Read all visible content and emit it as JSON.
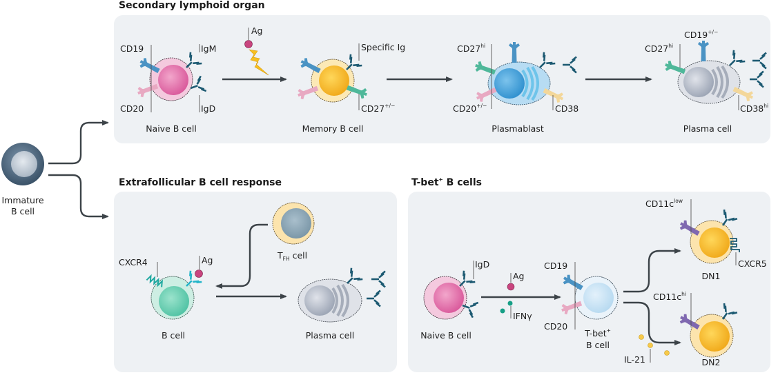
{
  "panels": {
    "secondary": {
      "title": "Secondary lymphoid organ",
      "cells": {
        "naive": {
          "label": "Naive B cell",
          "markers": [
            "CD19",
            "IgM",
            "CD20",
            "IgD"
          ]
        },
        "memory": {
          "label": "Memory B cell",
          "markers": [
            "Specific Ig",
            "CD27",
            "+/−"
          ]
        },
        "plasmablast": {
          "label": "Plasmablast",
          "markers": [
            "CD27",
            "hi",
            "CD20",
            "+/−",
            "CD38"
          ]
        },
        "plasma": {
          "label": "Plasma cell",
          "markers": [
            "CD27",
            "hi",
            "CD19",
            "+/−",
            "CD38",
            "hi"
          ]
        }
      },
      "antigen": "Ag"
    },
    "extrafollicular": {
      "title": "Extrafollicular B cell response",
      "cells": {
        "bcell": {
          "label": "B cell",
          "markers": [
            "CXCR4",
            "Ag"
          ]
        },
        "tfh": {
          "label_main": "T",
          "label_sub": "FH",
          "label_rest": " cell"
        },
        "plasma": {
          "label": "Plasma cell"
        }
      }
    },
    "tbet": {
      "title_main": "T-bet",
      "title_sup": "+",
      "title_rest": " B cells",
      "cells": {
        "naive": {
          "label": "Naive B cell",
          "markers": [
            "IgD"
          ]
        },
        "tbet": {
          "label_line1_main": "T-bet",
          "label_line1_sup": "+",
          "label_line2": "B cell",
          "markers": [
            "CD19",
            "CD20"
          ]
        },
        "dn1": {
          "label": "DN1",
          "markers": [
            "CD11c",
            "low",
            "CXCR5"
          ]
        },
        "dn2": {
          "label": "DN2",
          "markers": [
            "CD11c",
            "hi"
          ]
        }
      },
      "signals": [
        "Ag",
        "IFNγ",
        "IL-21"
      ]
    }
  },
  "immature": {
    "line1": "Immature",
    "line2": "B cell"
  },
  "colors": {
    "panel_bg": "#eef1f4",
    "arrow": "#3c4348",
    "antibody": "#1d5a72",
    "cd19": "#4a93c4",
    "cd20": "#e8a9c2",
    "cd27": "#4fb89a",
    "cd38": "#f3d79a",
    "cd11c": "#7f68b0",
    "antigen": "#c9457f"
  }
}
